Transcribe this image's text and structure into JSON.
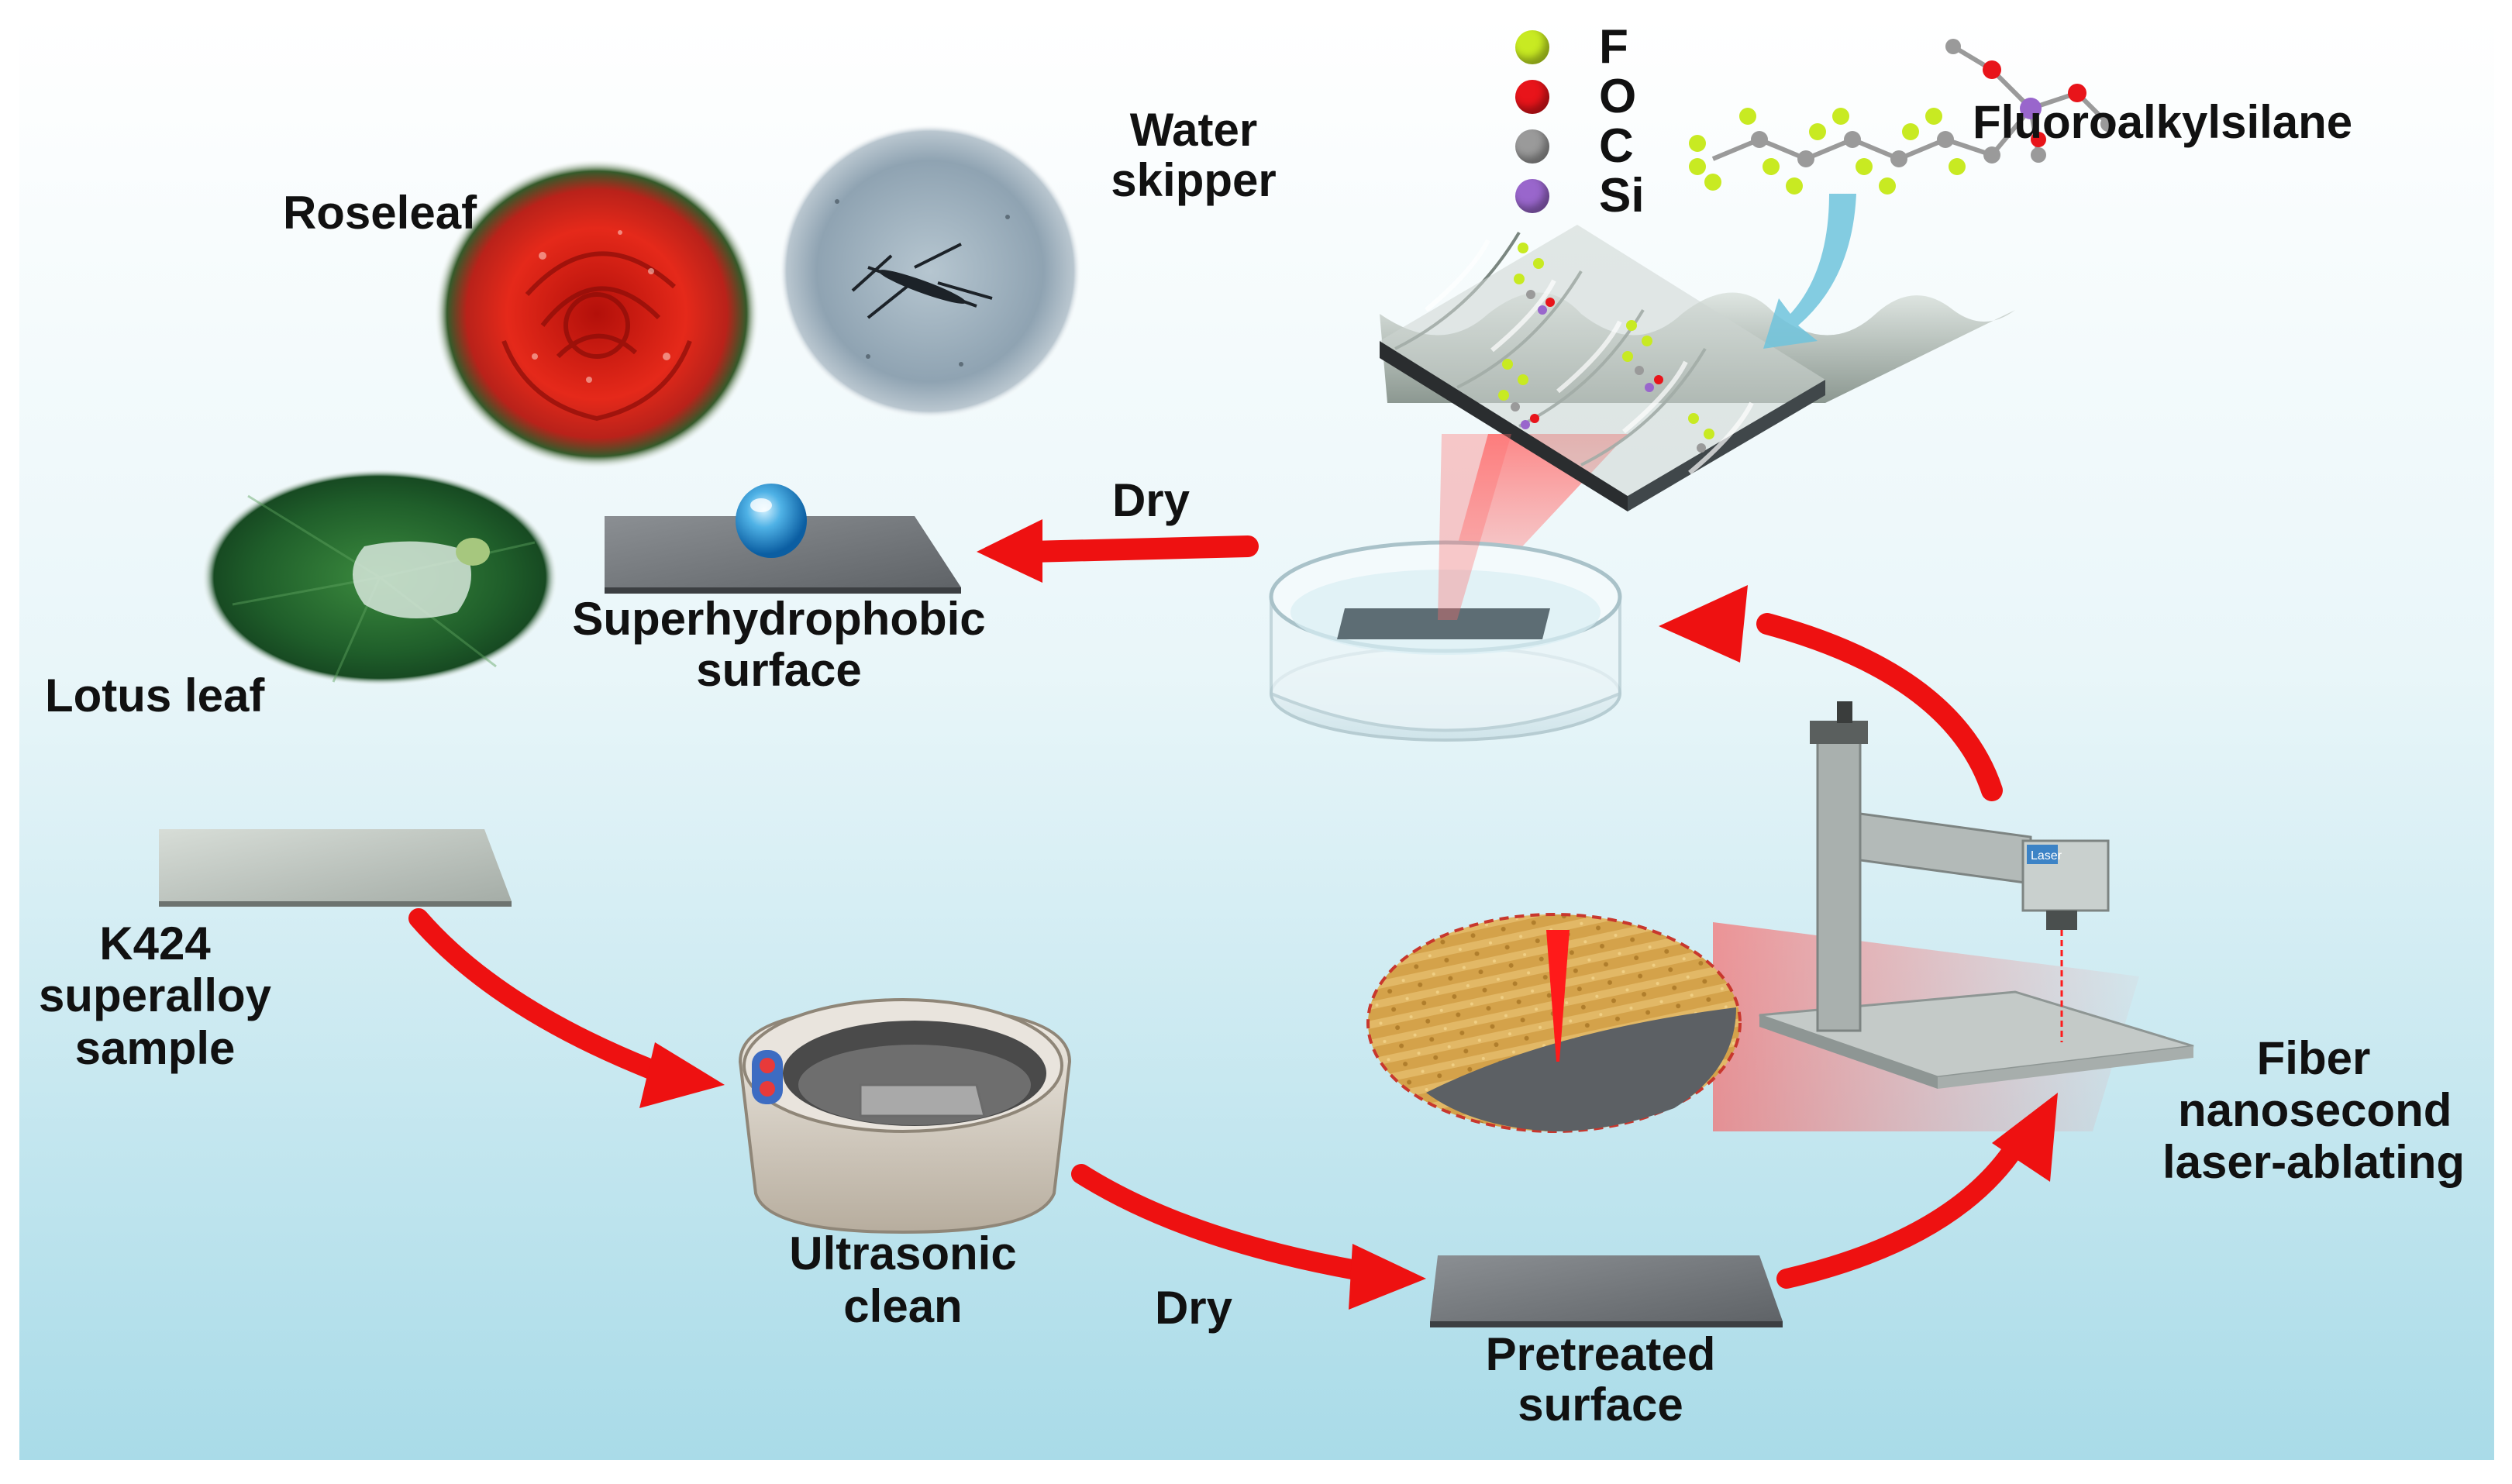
{
  "legend": {
    "items": [
      {
        "label": "F",
        "color": "#c8ea22"
      },
      {
        "label": "O",
        "color": "#e8141a"
      },
      {
        "label": "C",
        "color": "#9a9a9a"
      },
      {
        "label": "Si",
        "color": "#9966cc"
      }
    ]
  },
  "labels": {
    "fluoroalkylsilane": "Fluoroalkylsilane",
    "water_skipper_1": "Water",
    "water_skipper_2": "skipper",
    "roseleaf": "Roseleaf",
    "lotus_leaf": "Lotus leaf",
    "superhydrophobic_1": "Superhydrophobic",
    "superhydrophobic_2": "surface",
    "dry_top": "Dry",
    "k424_1": "K424",
    "k424_2": "superalloy",
    "k424_3": "sample",
    "ultrasonic_1": "Ultrasonic",
    "ultrasonic_2": "clean",
    "dry_bottom": "Dry",
    "pretreated_1": "Pretreated",
    "pretreated_2": "surface",
    "fiber_1": "Fiber",
    "fiber_2": "nanosecond",
    "fiber_3": "laser-ablating",
    "laser_head_text": "Laser"
  },
  "colors": {
    "arrow": "#ee1111",
    "background_top": "#ffffff",
    "background_bottom": "#a9dbe8",
    "laser_beam": "#ff2222"
  }
}
